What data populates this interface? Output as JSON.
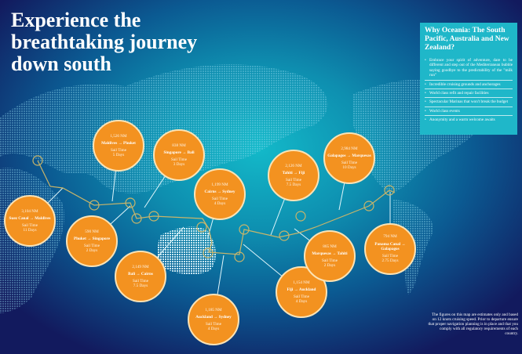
{
  "headline": "Experience the breathtaking journey down south",
  "panel": {
    "title": "Why Oceania: The South Pacific, Australia and New Zealand?",
    "items": [
      "Embrace your spirit of adventure, dare to be different and step out of the Mediterranean bubble saying goodbye to the predictability of the \"milk run\"",
      "Incredible cruising grounds and anchorages",
      "World class refit and repair facilities",
      "Spectacular Marinas that won't break the budget",
      "World class events",
      "Anonymity and a warm welcome awaits"
    ]
  },
  "legs": [
    {
      "distance": "3,104 NM",
      "route": "Suez Canal → Maldives",
      "sail_time_label": "Sail Time",
      "sail_time": "11 Days"
    },
    {
      "distance": "1,526 NM",
      "route": "Maldives → Phuket",
      "sail_time_label": "Sail Time",
      "sail_time": "5 Days"
    },
    {
      "distance": "838 NM",
      "route": "Singapore → Bali",
      "sail_time_label": "Sail Time",
      "sail_time": "3 Days"
    },
    {
      "distance": "590 NM",
      "route": "Phuket → Singapore",
      "sail_time_label": "Sail Time",
      "sail_time": "2 Days"
    },
    {
      "distance": "2,149 NM",
      "route": "Bali → Cairns",
      "sail_time_label": "Sail Time",
      "sail_time": "7.5 Days"
    },
    {
      "distance": "1,199 NM",
      "route": "Cairns → Sydney",
      "sail_time_label": "Sail Time",
      "sail_time": "4 Days"
    },
    {
      "distance": "1,185 NM",
      "route": "Auckland → Sydney",
      "sail_time_label": "Sail Time",
      "sail_time": "4 Days"
    },
    {
      "distance": "2,126 NM",
      "route": "Tahiti → Fiji",
      "sail_time_label": "Sail Time",
      "sail_time": "7.5 Days"
    },
    {
      "distance": "2,984 NM",
      "route": "Galapagos → Marquesas",
      "sail_time_label": "Sail Time",
      "sail_time": "10 Days"
    },
    {
      "distance": "1,154 NM",
      "route": "Fiji → Auckland",
      "sail_time_label": "Sail Time",
      "sail_time": "4 Days"
    },
    {
      "distance": "865 NM",
      "route": "Marquesas → Tahiti",
      "sail_time_label": "Sail Time",
      "sail_time": "2 Days"
    },
    {
      "distance": "794 NM",
      "route": "Panama Canal → Galapagos",
      "sail_time_label": "Sail Time",
      "sail_time": "2.75 Days"
    }
  ],
  "note": "The figures on this map are estimates only and based on 12 knots cruising speed. Prior to departure ensure that proper navigation planning is in place and that you comply with all regulatory requirements of each country.",
  "colors": {
    "bubble": "#f39220",
    "route": "#c9b56a",
    "panel": "#1fb7c9",
    "leader": "#dff6fb"
  }
}
